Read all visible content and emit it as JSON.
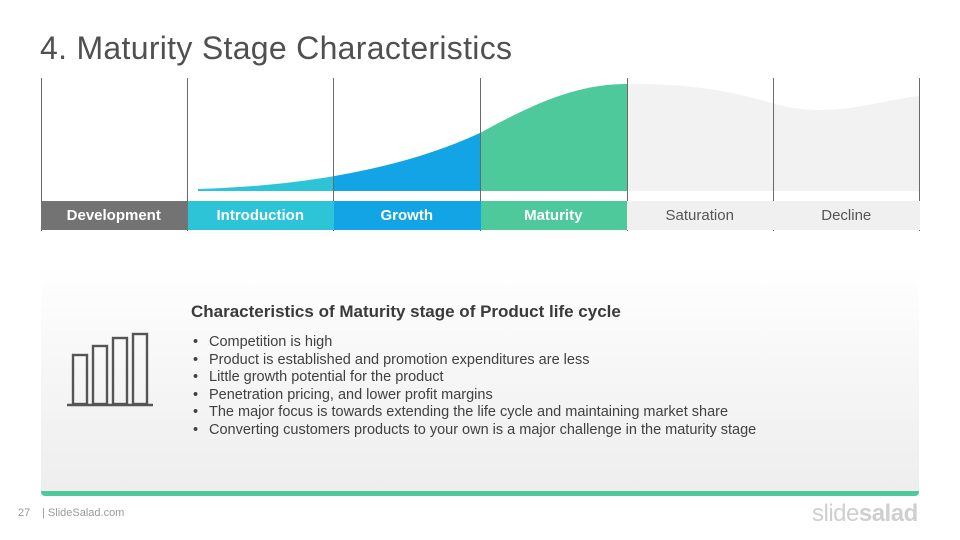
{
  "slide": {
    "title": "4. Maturity Stage Characteristics",
    "page_number": "27",
    "site": "| SlideSalad.com",
    "logo_part1": "slide",
    "logo_part2": "salad"
  },
  "stages": [
    {
      "label": "Development",
      "color": "#737373"
    },
    {
      "label": "Introduction",
      "color": "#2ec4d8"
    },
    {
      "label": "Growth",
      "color": "#12a4e4"
    },
    {
      "label": "Maturity",
      "color": "#4dc99b"
    },
    {
      "label": "Saturation",
      "color": "#f0f0f0"
    },
    {
      "label": "Decline",
      "color": "#f0f0f0"
    }
  ],
  "panel": {
    "icon": "bar-chart-icon",
    "heading": "Characteristics of Maturity stage of Product life cycle",
    "bullets": [
      "Competition is high",
      "Product is established and promotion expenditures are less",
      "Little growth potential for the product",
      "Penetration pricing, and lower profit margins",
      "The major focus is towards extending the life cycle and maintaining market share",
      "Converting customers products to your own is a major challenge in the maturity stage"
    ],
    "accent_color": "#4dc99b"
  }
}
